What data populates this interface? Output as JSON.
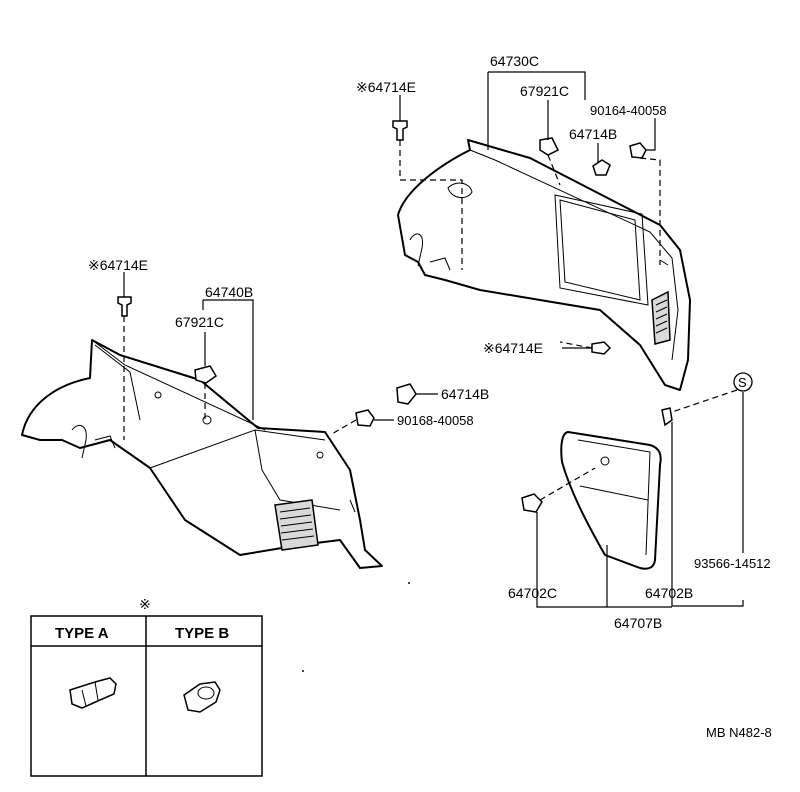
{
  "labels": {
    "p64730C": "64730C",
    "p64714E_top": "※64714E",
    "p67921C_right": "67921C",
    "p90164": "90164-40058",
    "p64714B_right": "64714B",
    "p64714E_left": "※64714E",
    "p64740B": "64740B",
    "p67921C_left": "67921C",
    "p64714B_left": "64714B",
    "p90168": "90168-40058",
    "p64714E_mid": "※64714E",
    "pS": "S",
    "p93566": "93566-14512",
    "p64702C": "64702C",
    "p64702B": "64702B",
    "p64707B": "64707B"
  },
  "legend": {
    "symbol": "※",
    "type_a": "TYPE A",
    "type_b": "TYPE B"
  },
  "ref_code": "MB N482-8",
  "colors": {
    "line": "#000000",
    "background": "#ffffff",
    "shade": "#d9d9d9"
  }
}
